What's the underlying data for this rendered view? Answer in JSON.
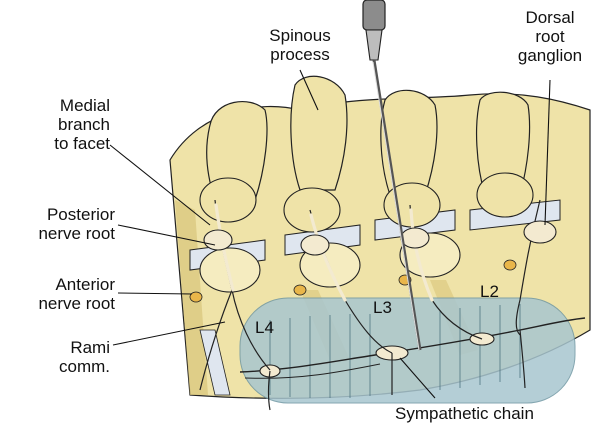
{
  "labels": {
    "medial_branch": "Medial\nbranch\nto facet",
    "posterior_root": "Posterior\nnerve root",
    "anterior_root": "Anterior\nnerve root",
    "rami": "Rami\ncomm.",
    "spinous": "Spinous\nprocess",
    "drg": "Dorsal\nroot\nganglion",
    "sympathetic": "Sympathetic chain",
    "l4": "L4",
    "l3": "L3",
    "l2": "L2"
  },
  "colors": {
    "bone": "#efe3a8",
    "bone_shadow": "#d8c57a",
    "disc": "#dfe6ef",
    "nerve": "#f3ead0",
    "chain_band": "#a8c6cf",
    "ganglion": "#e9b64a",
    "outline": "#222222"
  },
  "icons": {
    "needle": "needle-icon"
  }
}
